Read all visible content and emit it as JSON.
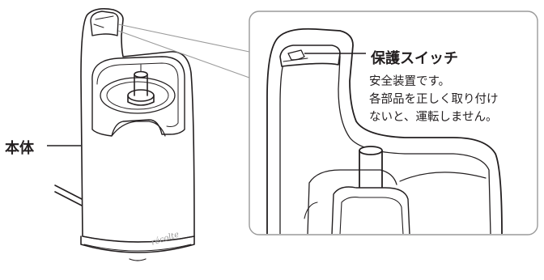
{
  "labels": {
    "main_body": "本体",
    "safety_switch": "保護スイッチ",
    "safety_description": [
      "安全装置です。",
      "各部品を正しく取り付け",
      "ないと、運転しません。"
    ],
    "brand": "récolte"
  }
}
